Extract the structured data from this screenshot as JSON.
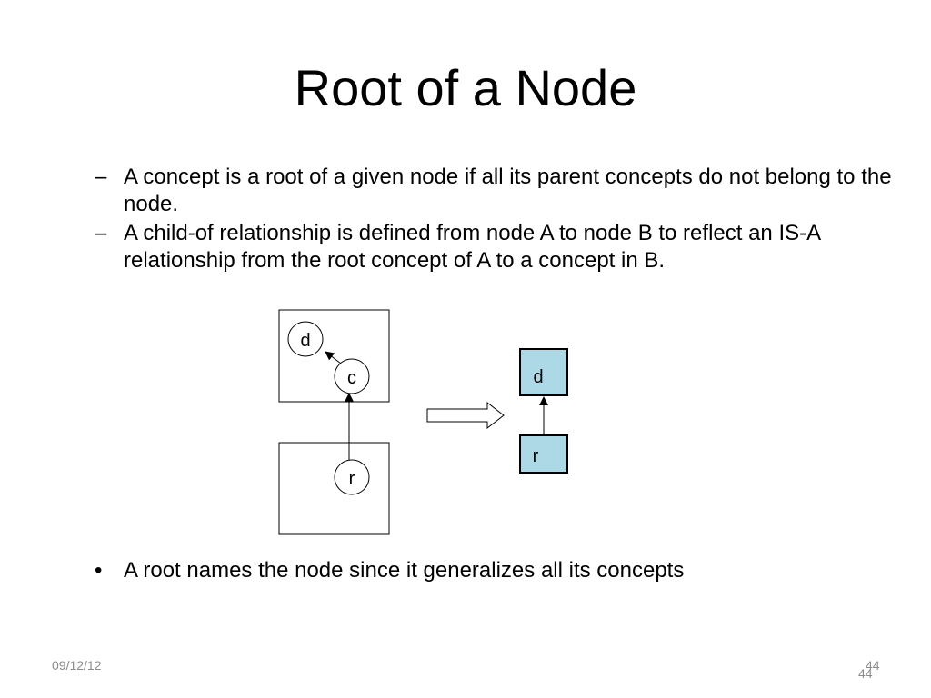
{
  "slide": {
    "title": "Root of a Node",
    "bullets": [
      {
        "marker": "–",
        "text": "A concept is a root of a given node if all its parent concepts do not belong to the node."
      },
      {
        "marker": "–",
        "text": "A child-of relationship is defined from node A to node B to reflect an IS-A relationship from the root concept of A to a concept in B."
      }
    ],
    "bottom_bullet": {
      "marker": "•",
      "text": "A root names the node since it generalizes all its concepts"
    }
  },
  "diagram": {
    "left": {
      "nodes": {
        "d": "d",
        "c": "c",
        "r": "r"
      }
    },
    "right": {
      "nodes": {
        "d": "d",
        "r": "r"
      },
      "fill": "#add8e6"
    }
  },
  "footer": {
    "date": "09/12/12",
    "page": "44",
    "page_dup": "44"
  }
}
